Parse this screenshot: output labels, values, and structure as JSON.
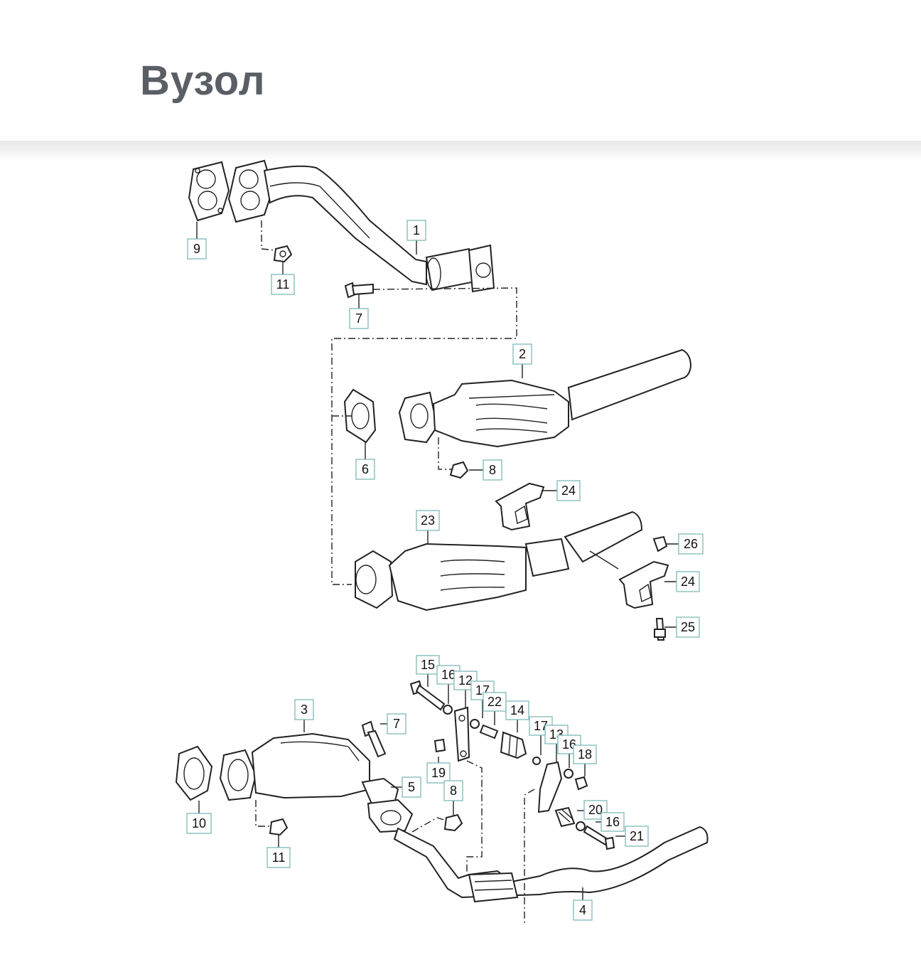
{
  "header": {
    "title": "Вузол"
  },
  "callouts": [
    {
      "id": "9",
      "text": "9"
    },
    {
      "id": "11a",
      "text": "11"
    },
    {
      "id": "1",
      "text": "1"
    },
    {
      "id": "7a",
      "text": "7"
    },
    {
      "id": "2",
      "text": "2"
    },
    {
      "id": "6",
      "text": "6"
    },
    {
      "id": "8a",
      "text": "8"
    },
    {
      "id": "24a",
      "text": "24"
    },
    {
      "id": "23",
      "text": "23"
    },
    {
      "id": "26",
      "text": "26"
    },
    {
      "id": "24b",
      "text": "24"
    },
    {
      "id": "25",
      "text": "25"
    },
    {
      "id": "15",
      "text": "15"
    },
    {
      "id": "16a",
      "text": "16"
    },
    {
      "id": "12",
      "text": "12"
    },
    {
      "id": "17a",
      "text": "17"
    },
    {
      "id": "22",
      "text": "22"
    },
    {
      "id": "14",
      "text": "14"
    },
    {
      "id": "17b",
      "text": "17"
    },
    {
      "id": "13",
      "text": "13"
    },
    {
      "id": "16b",
      "text": "16"
    },
    {
      "id": "18",
      "text": "18"
    },
    {
      "id": "3",
      "text": "3"
    },
    {
      "id": "7b",
      "text": "7"
    },
    {
      "id": "5",
      "text": "5"
    },
    {
      "id": "19",
      "text": "19"
    },
    {
      "id": "8b",
      "text": "8"
    },
    {
      "id": "20",
      "text": "20"
    },
    {
      "id": "16c",
      "text": "16"
    },
    {
      "id": "21",
      "text": "21"
    },
    {
      "id": "10",
      "text": "10"
    },
    {
      "id": "11b",
      "text": "11"
    },
    {
      "id": "4",
      "text": "4"
    }
  ]
}
